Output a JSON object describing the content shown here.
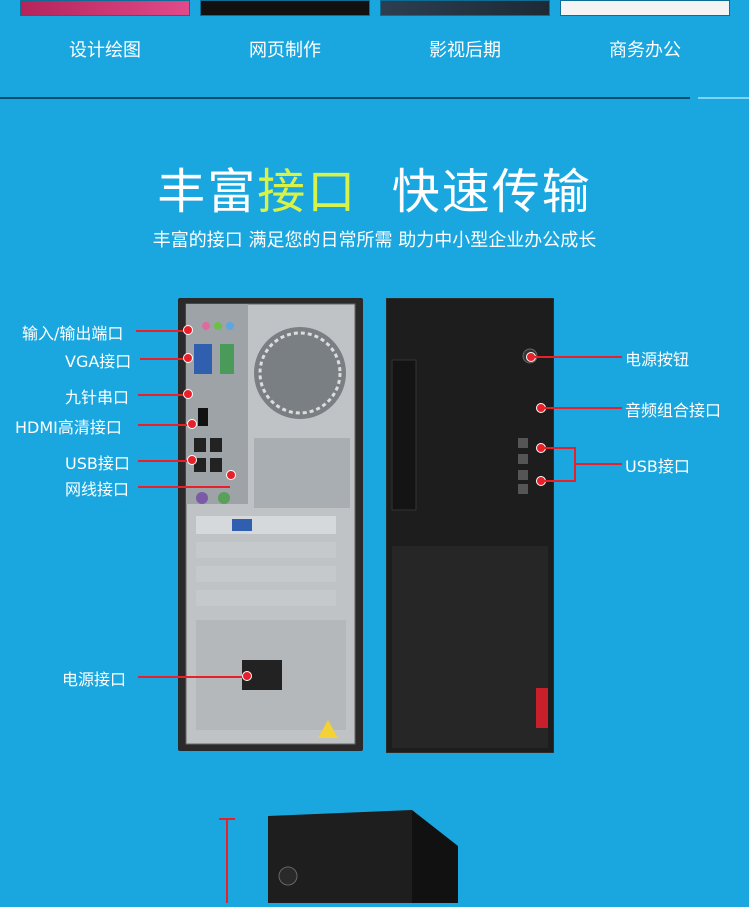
{
  "categories": [
    "设计绘图",
    "网页制作",
    "影视后期",
    "商务办公"
  ],
  "headline": {
    "part1": "丰富",
    "highlight": "接口",
    "part2": "快速传输"
  },
  "subtitle": "丰富的接口 满足您的日常所需 助力中小型企业办公成长",
  "left_labels": {
    "audio": "输入/输出端口",
    "vga": "VGA接口",
    "serial": "九针串口",
    "hdmi": "HDMI高清接口",
    "usb": "USB接口",
    "lan": "网线接口",
    "power": "电源接口"
  },
  "right_labels": {
    "power_button": "电源按钮",
    "audio_combo": "音频组合接口",
    "usb": "USB接口"
  },
  "colors": {
    "background": "#1aa7df",
    "accent": "#d7f24a",
    "pointer": "#e8202a"
  }
}
